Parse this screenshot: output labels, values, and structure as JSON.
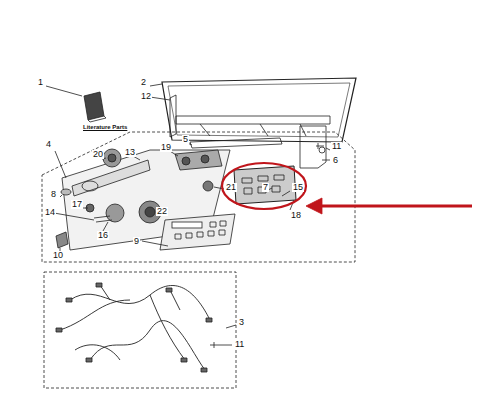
{
  "diagram": {
    "labels": [
      "1",
      "Literature Parts",
      "2",
      "12",
      "11",
      "4",
      "5",
      "6",
      "19",
      "13",
      "20",
      "7",
      "21",
      "15",
      "8",
      "17",
      "14",
      "22",
      "18",
      "16",
      "9",
      "10",
      "3",
      "11"
    ]
  }
}
